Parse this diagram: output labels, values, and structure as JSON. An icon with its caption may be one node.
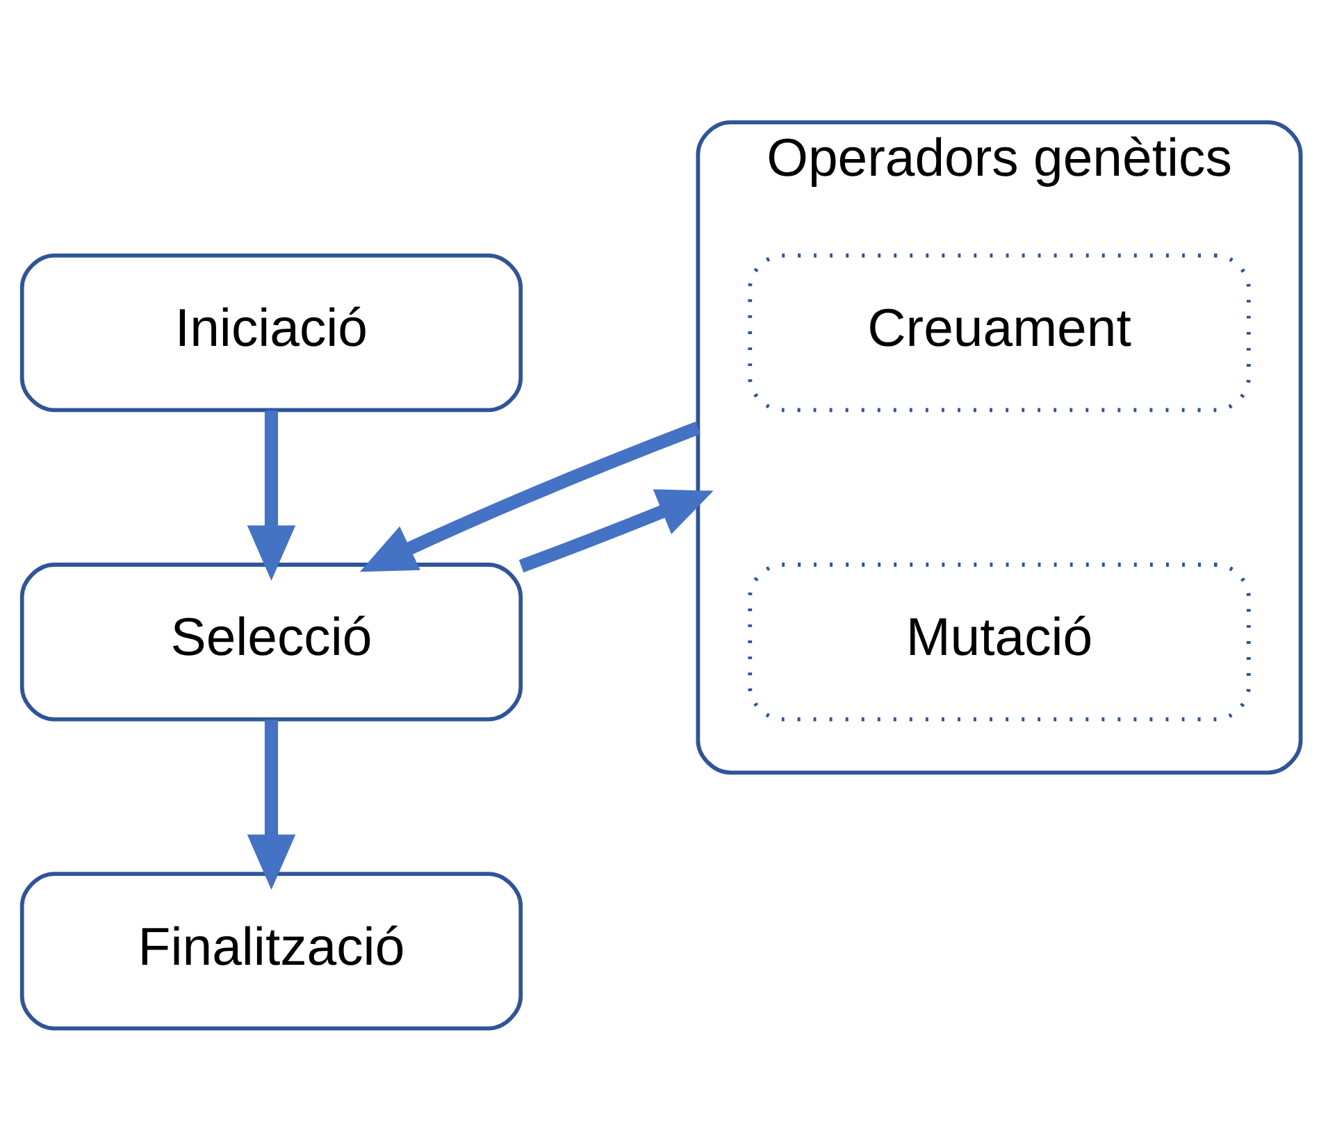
{
  "diagram": {
    "nodes": [
      {
        "text": [
          "Iniciació"
        ]
      },
      {
        "text": [
          "Selecció"
        ]
      },
      {
        "text": [
          "Finalització"
        ]
      },
      {
        "text": [
          "Operadors genètics"
        ]
      },
      {
        "text": [
          "Creuament"
        ],
        "in": 3
      },
      {
        "text": [
          "Mutació"
        ],
        "in": 3
      }
    ],
    "edges": [
      {
        "from": 0,
        "to": 1,
        "arrow": "to"
      },
      {
        "from": 1,
        "to": 2,
        "arrow": "to"
      },
      {
        "from": 1,
        "to": 3,
        "arrow": "to"
      },
      {
        "from": 3,
        "to": 1,
        "arrow": "to"
      }
    ]
  }
}
